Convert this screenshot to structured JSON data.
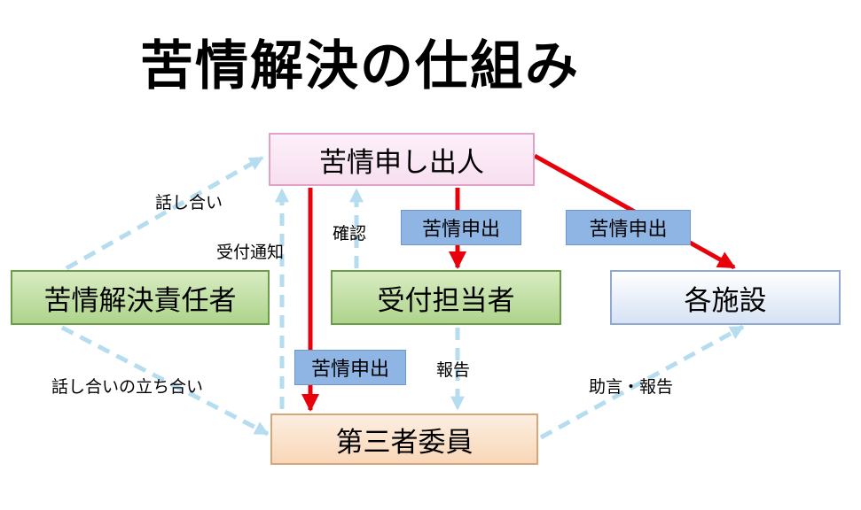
{
  "title": "苦情解決の仕組み",
  "nodes": {
    "complainant": "苦情申し出人",
    "resolver": "苦情解決責任者",
    "reception": "受付担当者",
    "facilities": "各施設",
    "third_party": "第三者委員"
  },
  "tags": {
    "to_reception": "苦情申出",
    "to_facilities": "苦情申出",
    "to_third_party": "苦情申出"
  },
  "labels": {
    "discussion": "話し合い",
    "reception_notice": "受付通知",
    "confirmation": "確認",
    "report": "報告",
    "discussion_attendance": "話し合いの立ち合い",
    "advice_report": "助言・報告"
  },
  "colors": {
    "solid_arrow": "#e8000b",
    "dashed_arrow": "#b6dcf0"
  }
}
